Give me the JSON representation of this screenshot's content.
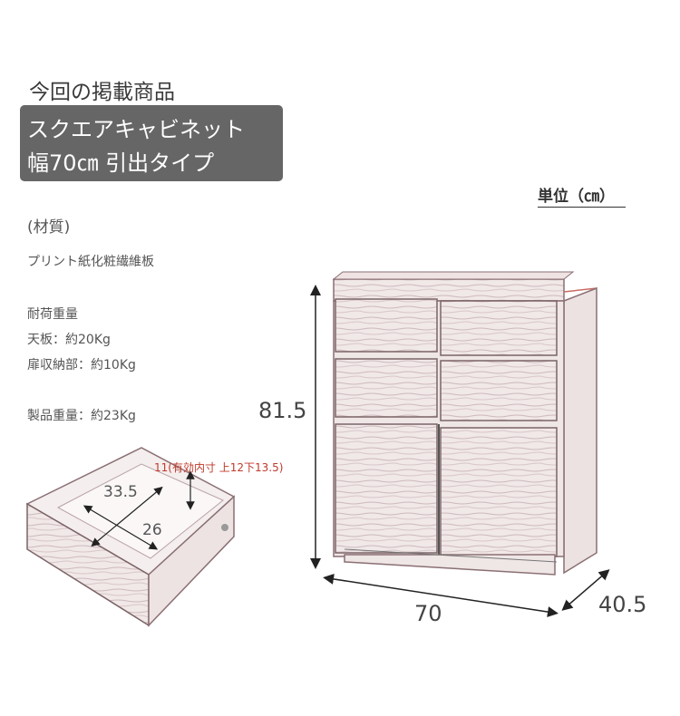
{
  "section_heading": "今回の掲載商品",
  "title": {
    "line1": "スクエアキャビネット",
    "line2": "幅70㎝ 引出タイプ"
  },
  "unit_label": "単位（㎝）",
  "specs": {
    "material_heading": "(材質)",
    "material_value": "プリント紙化粧繊維板",
    "load_heading": "耐荷重量",
    "load_top": "天板：約20Kg",
    "load_door": "扉収納部：約10Kg",
    "product_weight": "製品重量：約23Kg"
  },
  "dimensions": {
    "height": "81.5",
    "width": "70",
    "depth": "40.5"
  },
  "drawer": {
    "length": "33.5",
    "width": "26",
    "inner_height_note": "11(有効内寸 上12下13.5)"
  }
}
